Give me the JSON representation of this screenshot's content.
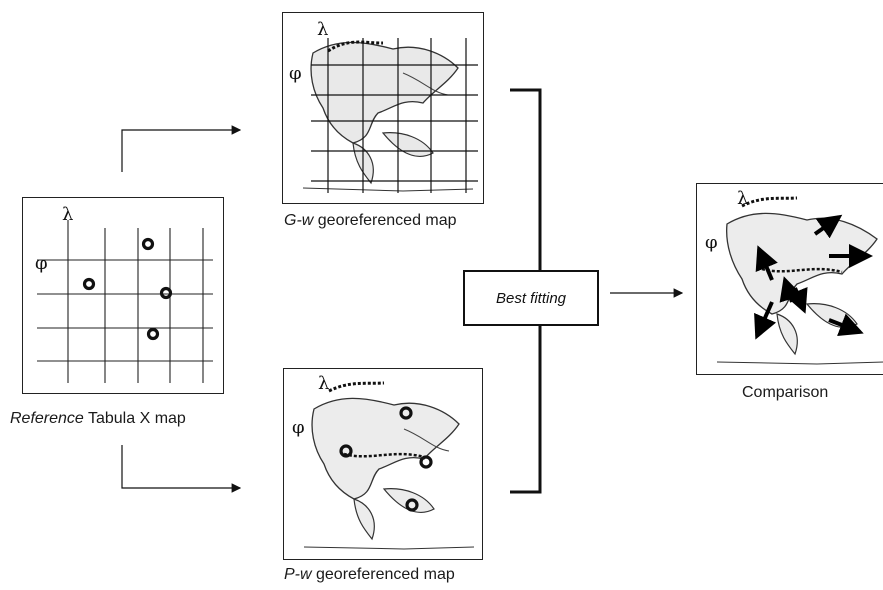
{
  "reference": {
    "lambda": "λ",
    "phi": "φ",
    "caption_italic": "Reference",
    "caption_rest": " Tabula X map"
  },
  "gw": {
    "lambda": "λ",
    "phi": "φ",
    "caption_italic": "G-w",
    "caption_rest": " georeferenced map"
  },
  "pw": {
    "lambda": "λ",
    "phi": "φ",
    "caption_italic": "P-w",
    "caption_rest": " georeferenced map"
  },
  "best_fitting": "Best fitting",
  "comparison": {
    "lambda": "λ",
    "phi": "φ",
    "caption": "Comparison"
  }
}
